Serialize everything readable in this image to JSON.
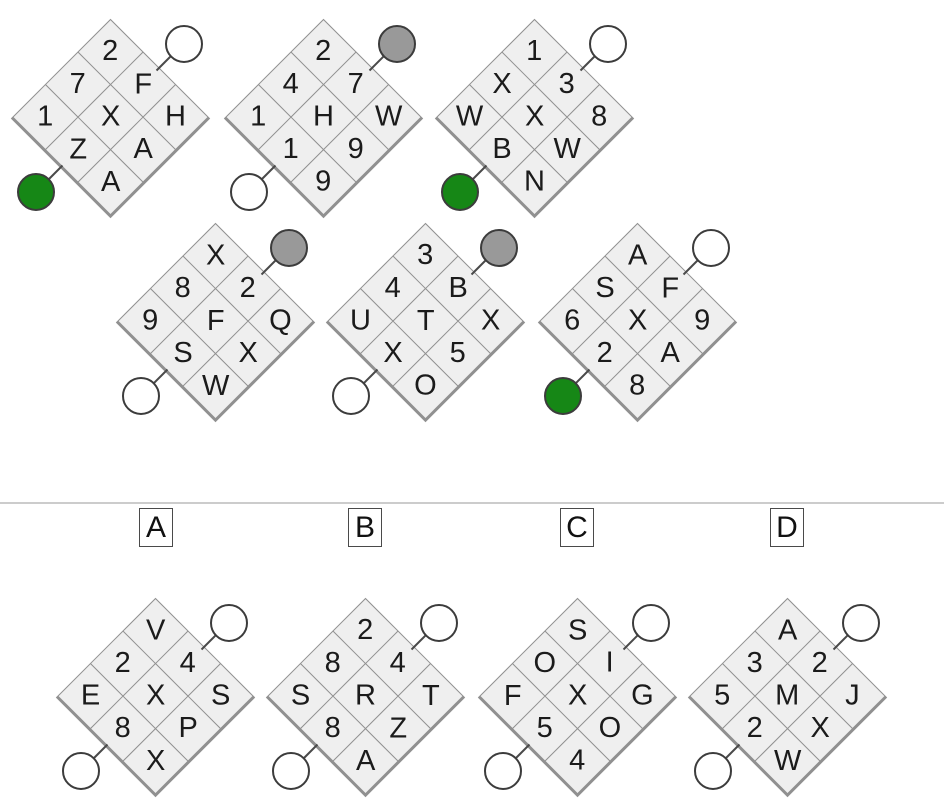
{
  "colors": {
    "white": "#ffffff",
    "gray": "#999999",
    "green": "#168716",
    "cell_bg": "#efefef",
    "grid_line": "#909090",
    "divider": "#cccccc"
  },
  "puzzles": [
    {
      "grid": [
        [
          "2",
          "F",
          "H"
        ],
        [
          "7",
          "X",
          "A"
        ],
        [
          "1",
          "Z",
          "A"
        ]
      ],
      "top_right_circle": "white",
      "bottom_left_circle": "green"
    },
    {
      "grid": [
        [
          "2",
          "7",
          "W"
        ],
        [
          "4",
          "H",
          "9"
        ],
        [
          "1",
          "1",
          "9"
        ]
      ],
      "top_right_circle": "gray",
      "bottom_left_circle": "white"
    },
    {
      "grid": [
        [
          "1",
          "3",
          "8"
        ],
        [
          "X",
          "X",
          "W"
        ],
        [
          "W",
          "B",
          "N"
        ]
      ],
      "top_right_circle": "white",
      "bottom_left_circle": "green"
    },
    {
      "grid": [
        [
          "X",
          "2",
          "Q"
        ],
        [
          "8",
          "F",
          "X"
        ],
        [
          "9",
          "S",
          "W"
        ]
      ],
      "top_right_circle": "gray",
      "bottom_left_circle": "white"
    },
    {
      "grid": [
        [
          "3",
          "B",
          "X"
        ],
        [
          "4",
          "T",
          "5"
        ],
        [
          "U",
          "X",
          "O"
        ]
      ],
      "top_right_circle": "gray",
      "bottom_left_circle": "white"
    },
    {
      "grid": [
        [
          "A",
          "F",
          "9"
        ],
        [
          "S",
          "X",
          "A"
        ],
        [
          "6",
          "2",
          "8"
        ]
      ],
      "top_right_circle": "white",
      "bottom_left_circle": "green"
    }
  ],
  "options": [
    {
      "label": "A",
      "grid": [
        [
          "V",
          "4",
          "S"
        ],
        [
          "2",
          "X",
          "P"
        ],
        [
          "E",
          "8",
          "X"
        ]
      ],
      "top_right_circle": "white",
      "bottom_left_circle": "white"
    },
    {
      "label": "B",
      "grid": [
        [
          "2",
          "4",
          "T"
        ],
        [
          "8",
          "R",
          "Z"
        ],
        [
          "S",
          "8",
          "A"
        ]
      ],
      "top_right_circle": "white",
      "bottom_left_circle": "white"
    },
    {
      "label": "C",
      "grid": [
        [
          "S",
          "I",
          "G"
        ],
        [
          "O",
          "X",
          "O"
        ],
        [
          "F",
          "5",
          "4"
        ]
      ],
      "top_right_circle": "white",
      "bottom_left_circle": "white"
    },
    {
      "label": "D",
      "grid": [
        [
          "A",
          "2",
          "J"
        ],
        [
          "3",
          "M",
          "X"
        ],
        [
          "5",
          "2",
          "W"
        ]
      ],
      "top_right_circle": "white",
      "bottom_left_circle": "white"
    }
  ]
}
